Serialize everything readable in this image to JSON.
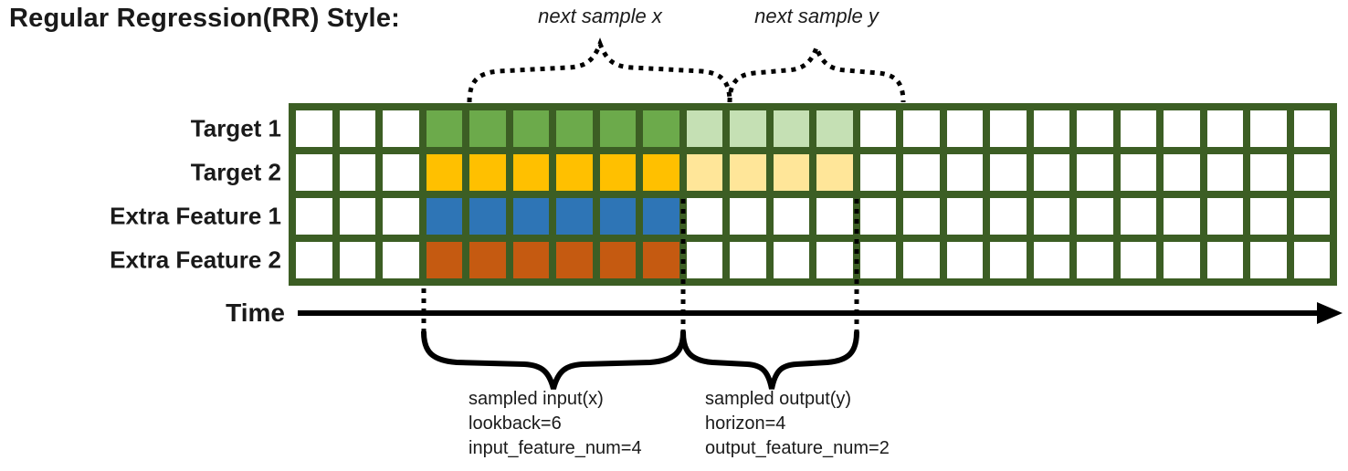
{
  "title": "Regular Regression(RR) Style:",
  "colors": {
    "border": "#3c5e24",
    "white": "#ffffff",
    "green": "#6caa4b",
    "light_green": "#c5e0b4",
    "gold": "#ffc000",
    "light_gold": "#ffe699",
    "blue": "#2e75b6",
    "orange": "#c55a11",
    "line_black": "#000000"
  },
  "grid": {
    "columns": 24,
    "rows": [
      {
        "label": "Target 1",
        "segments": [
          {
            "color": "white",
            "count": 3
          },
          {
            "color": "green",
            "count": 6
          },
          {
            "color": "light_green",
            "count": 4
          },
          {
            "color": "white",
            "count": 11
          }
        ]
      },
      {
        "label": "Target 2",
        "segments": [
          {
            "color": "white",
            "count": 3
          },
          {
            "color": "gold",
            "count": 6
          },
          {
            "color": "light_gold",
            "count": 4
          },
          {
            "color": "white",
            "count": 11
          }
        ]
      },
      {
        "label": "Extra Feature 1",
        "segments": [
          {
            "color": "white",
            "count": 3
          },
          {
            "color": "blue",
            "count": 6
          },
          {
            "color": "white",
            "count": 15
          }
        ]
      },
      {
        "label": "Extra Feature 2",
        "segments": [
          {
            "color": "white",
            "count": 3
          },
          {
            "color": "orange",
            "count": 6
          },
          {
            "color": "white",
            "count": 15
          }
        ]
      }
    ]
  },
  "annotations": {
    "next_sample_x": "next sample x",
    "next_sample_y": "next sample y",
    "time_label": "Time",
    "input_block": [
      "sampled input(x)",
      "lookback=6",
      "input_feature_num=4"
    ],
    "output_block": [
      "sampled output(y)",
      "horizon=4",
      "output_feature_num=2"
    ]
  }
}
